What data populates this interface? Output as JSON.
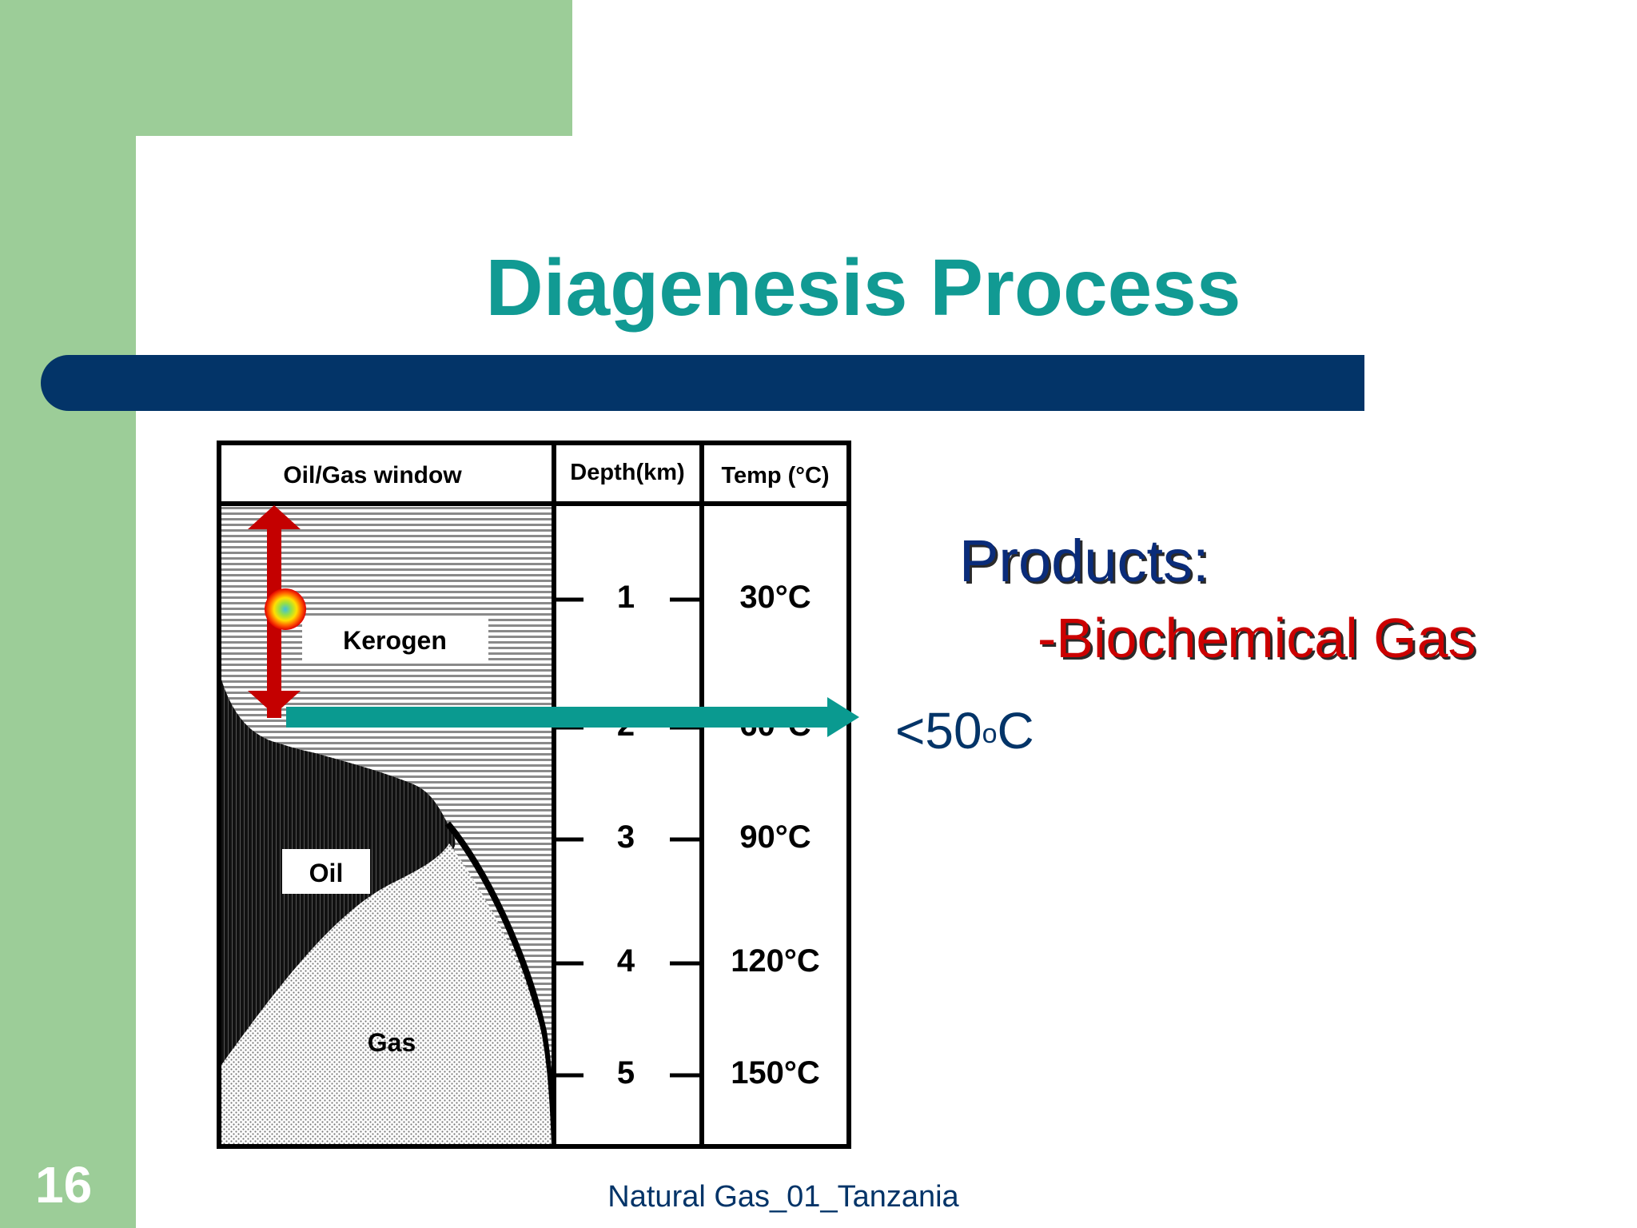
{
  "slide": {
    "title": "Diagenesis Process",
    "number": "16",
    "footer": "Natural Gas_01_Tanzania"
  },
  "annotation": {
    "products_label": "Products:",
    "product_item": "-Biochemical Gas",
    "temp_value": "<50",
    "temp_degree": "o",
    "temp_unit": "C"
  },
  "diagram": {
    "headers": {
      "window": "Oil/Gas window",
      "depth": "Depth(km)",
      "temp": "Temp (°C)"
    },
    "zones": {
      "kerogen": "Kerogen",
      "oil": "Oil",
      "gas": "Gas"
    },
    "rows": [
      {
        "depth": "1",
        "temp": "30°C"
      },
      {
        "depth": "2",
        "temp": "60°C"
      },
      {
        "depth": "3",
        "temp": "90°C"
      },
      {
        "depth": "4",
        "temp": "120°C"
      },
      {
        "depth": "5",
        "temp": "150°C"
      }
    ]
  },
  "colors": {
    "title": "#119a93",
    "bar": "#033468",
    "green": "#9ccd98",
    "arrow_red": "#c40000",
    "arrow_teal": "#0a9a90",
    "product_red": "#cc0000"
  }
}
